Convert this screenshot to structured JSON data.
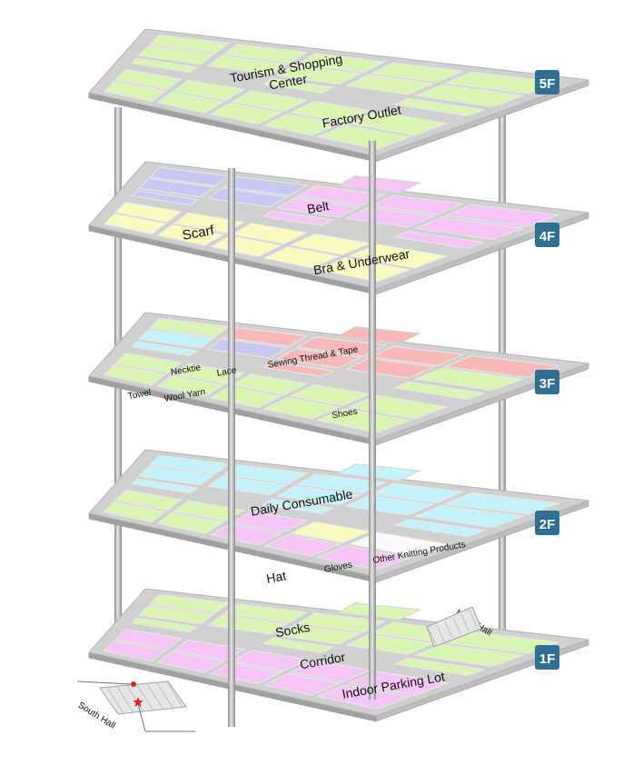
{
  "floors": {
    "f5": {
      "badge": "5F",
      "zone_tourism_line1": "Tourism & Shopping",
      "zone_tourism_line2": "Center",
      "zone_factory": "Factory Outlet"
    },
    "f4": {
      "badge": "4F",
      "zone_belt": "Belt",
      "zone_scarf": "Scarf",
      "zone_bra": "Bra & Underwear"
    },
    "f3": {
      "badge": "3F",
      "zone_necktie": "Necktie",
      "zone_lace": "Lace",
      "zone_sewing": "Sewing Thread & Tape",
      "zone_towel": "Towel",
      "zone_wool": "Wool Yarn",
      "zone_shoes": "Shoes"
    },
    "f2": {
      "badge": "2F",
      "zone_daily": "Daily Consumable",
      "zone_hat": "Hat",
      "zone_gloves": "Gloves",
      "zone_knitting": "Other Knitting Products"
    },
    "f1": {
      "badge": "1F",
      "zone_socks": "Socks",
      "zone_corridor": "Corridor",
      "zone_parking": "Indoor Parking Lot",
      "north_hall": "North Hall",
      "south_hall": "South Hall"
    }
  },
  "colors": {
    "green": "#d9f5b3",
    "pink": "#f5c6f5",
    "purple": "#c8c8f2",
    "yellow": "#fafac0",
    "red": "#f7b8b8",
    "cyan": "#c4f2f8",
    "white": "#fafafa",
    "corridor": "#d0d0d0",
    "plate_border": "#b4b4b4",
    "plate_edge": "#a0a0a0",
    "badge": "#2f6f93",
    "pillar": "#a8a8a8",
    "marker": "#e02020"
  }
}
